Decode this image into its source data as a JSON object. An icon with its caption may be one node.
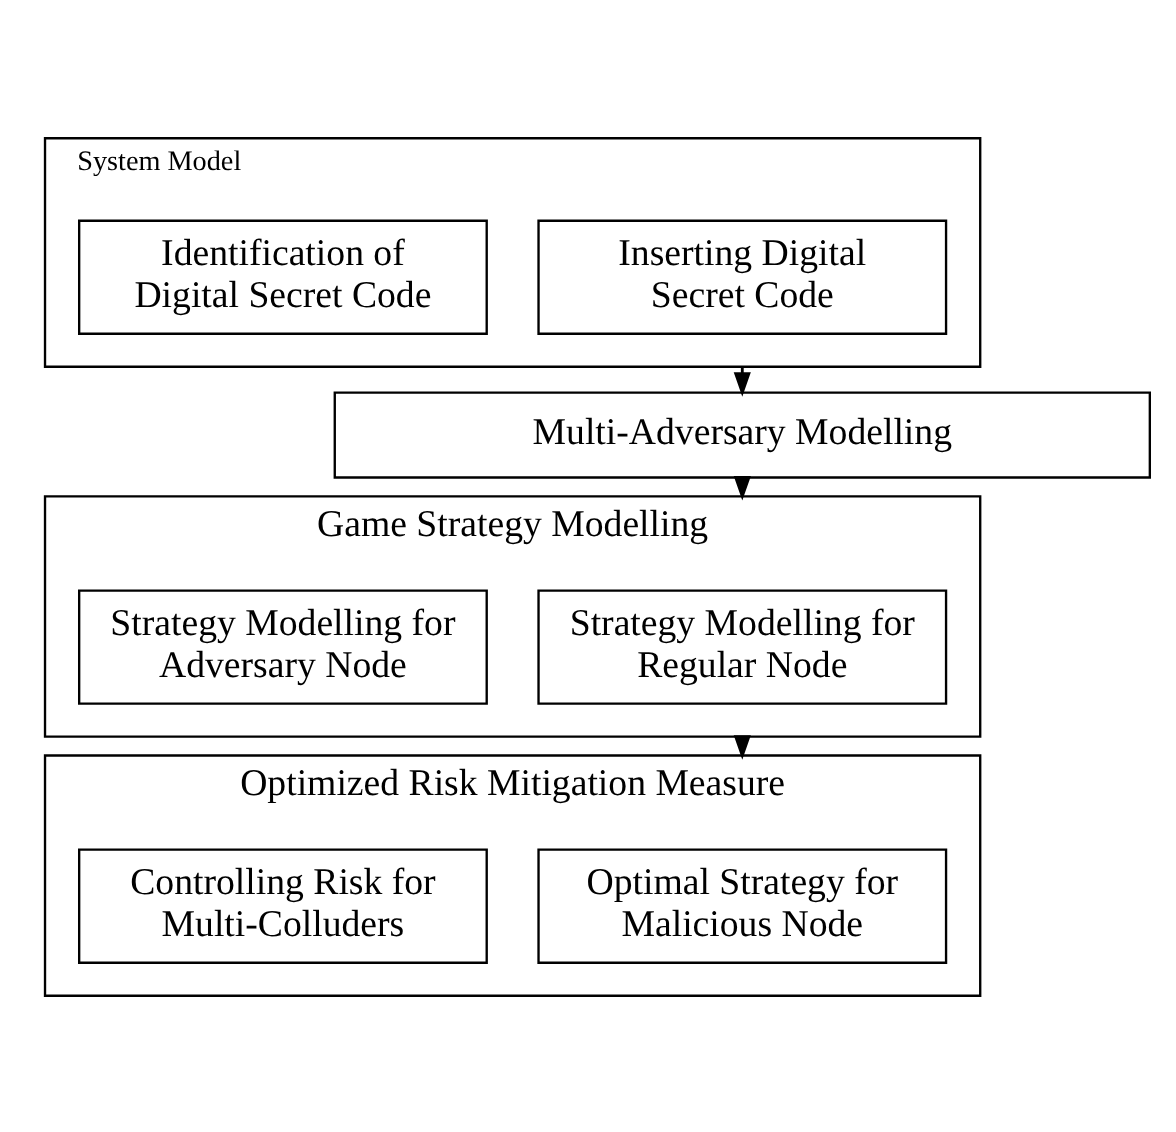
{
  "diagram": {
    "nodes": [
      {
        "text": [
          "System Model"
        ]
      },
      {
        "text": [
          "Inserting Digital Secret Code"
        ],
        "in": 0
      },
      {
        "text": [
          "Identification of Digital Secret Code"
        ],
        "in": 0
      },
      {
        "text": [
          "Multi-Adversary Modelling"
        ]
      },
      {
        "text": [
          "Game Strategy Modelling"
        ]
      },
      {
        "text": [
          "Strategy Modelling for Regular Node"
        ],
        "in": 4
      },
      {
        "text": [
          "Strategy Modelling for Adversary Node"
        ],
        "in": 4
      },
      {
        "text": [
          "Optimized Risk Mitigation Measure"
        ]
      },
      {
        "text": [
          "Optimal Strategy for Malicious Node"
        ],
        "in": 7
      },
      {
        "text": [
          "Controlling Risk for Multi-Colluders"
        ],
        "in": 7
      }
    ],
    "edges": [
      {
        "from": 0,
        "to": 3,
        "arrow": "to"
      },
      {
        "from": 3,
        "to": 4,
        "arrow": "to"
      },
      {
        "from": 4,
        "to": 7,
        "arrow": "to"
      }
    ]
  }
}
